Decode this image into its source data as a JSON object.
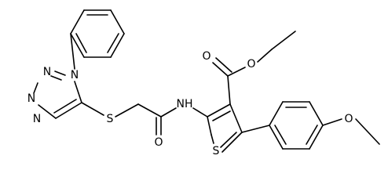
{
  "atoms": {
    "tetrazole_n1": "N",
    "tetrazole_n2": "N",
    "tetrazole_n3": "N",
    "tetrazole_n4": "N",
    "thioether_s": "S",
    "amide_nh": "NH",
    "amide_o": "O",
    "ester_o_carbonyl": "O",
    "ester_o_alkoxy": "O",
    "methoxy_o": "O",
    "thiophene_s": "S"
  },
  "colors": {
    "bond": "#000000",
    "label": "#000000",
    "background": "#ffffff"
  }
}
